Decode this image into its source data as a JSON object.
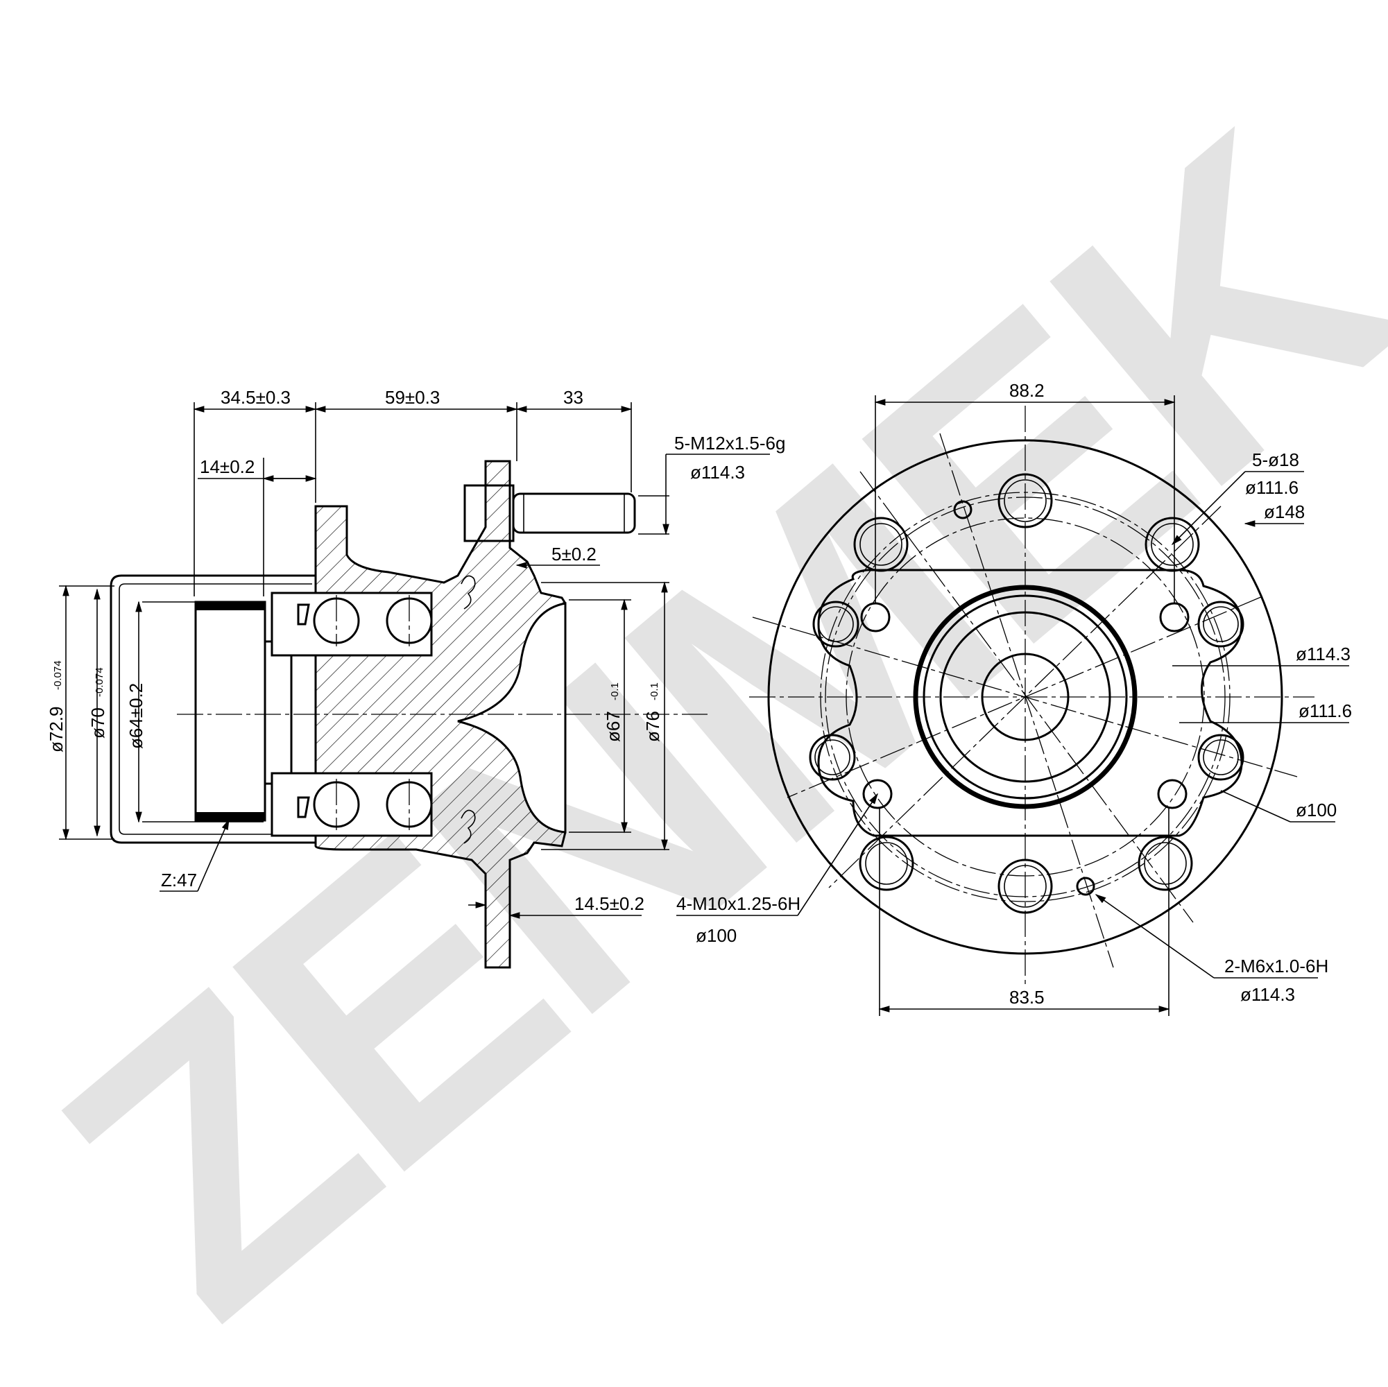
{
  "watermark": {
    "text": "ZENMEK",
    "color": "#e3e3e3"
  },
  "side_view": {
    "width_34_5": "34.5±0.3",
    "width_59": "59±0.3",
    "stud_length": "33",
    "offset_14": "14±0.2",
    "stud_thread": "5-M12x1.5-6g",
    "stud_pcd": "ø114.3",
    "offset_5": "5±0.2",
    "dia_72_9": "ø72.9",
    "dia_72_9_tol": "-0.074",
    "dia_70": "ø70",
    "dia_70_tol": "-0.074",
    "dia_64": "ø64±0.2",
    "dia_67": "ø67",
    "dia_67_tol": "-0.1",
    "dia_76": "ø76",
    "dia_76_tol": "-0.1",
    "abs_teeth": "Z:47",
    "flange_thickness": "14.5±0.2"
  },
  "front_view": {
    "width_top": "88.2",
    "width_bottom": "83.5",
    "holes_18": "5-ø18",
    "holes_18_pcd": "ø111.6",
    "flange_dia": "ø148",
    "pcd_114_3": "ø114.3",
    "pcd_111_6": "ø111.6",
    "pcd_100": "ø100",
    "thread_m10": "4-M10x1.25-6H",
    "thread_m10_pcd": "ø100",
    "thread_m6": "2-M6x1.0-6H",
    "thread_m6_pcd": "ø114.3"
  }
}
